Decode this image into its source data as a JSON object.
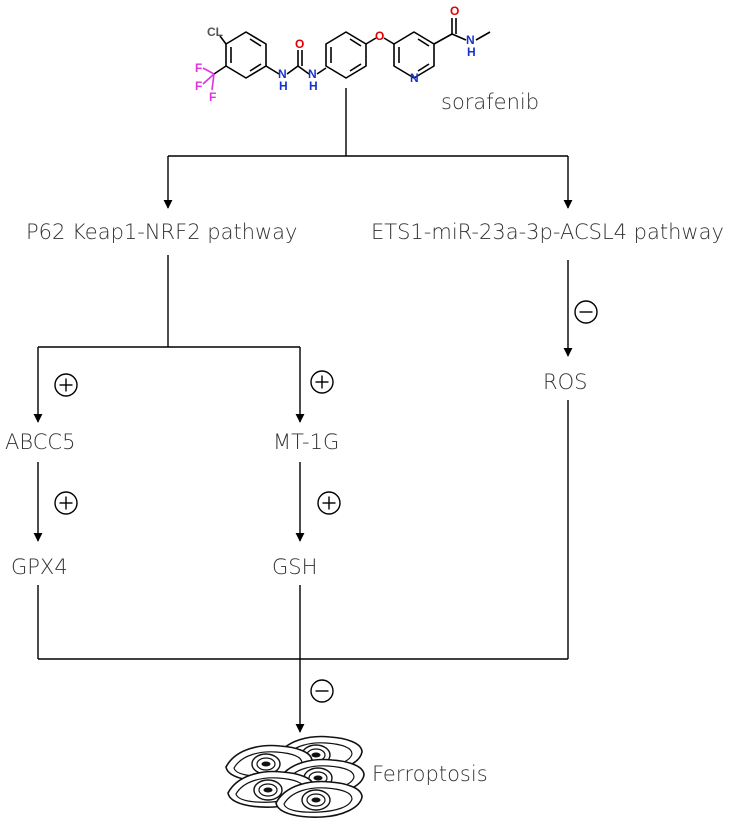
{
  "molecule": {
    "name": "sorafenib",
    "atoms": {
      "chlorine": "CL",
      "fluorine": "F",
      "amine_h": "H",
      "amide_n": "N",
      "oxygen": "O",
      "pyridine_n": "N"
    },
    "colors": {
      "bond": "#000000",
      "oxygen": "#e00000",
      "nitrogen": "#1a33cc",
      "fluorine": "#e033e0",
      "chlorine": "#555555"
    }
  },
  "nodes": {
    "p62": "P62 Keap1-NRF2 pathway",
    "ets1": "ETS1-miR-23a-3p-ACSL4 pathway",
    "abcc5": "ABCC5",
    "mt1g": "MT-1G",
    "ros": "ROS",
    "gpx4": "GPX4",
    "gsh": "GSH",
    "ferroptosis": "Ferroptosis"
  },
  "signs": {
    "positive": "+",
    "negative": "−"
  },
  "edges": [
    {
      "from": "sorafenib",
      "to": "p62",
      "sign": ""
    },
    {
      "from": "sorafenib",
      "to": "ets1",
      "sign": ""
    },
    {
      "from": "p62",
      "to": "abcc5",
      "sign": "positive"
    },
    {
      "from": "p62",
      "to": "mt1g",
      "sign": "positive"
    },
    {
      "from": "ets1",
      "to": "ros",
      "sign": "negative"
    },
    {
      "from": "abcc5",
      "to": "gpx4",
      "sign": "positive"
    },
    {
      "from": "mt1g",
      "to": "gsh",
      "sign": "positive"
    },
    {
      "from": "gpx4",
      "to": "ferroptosis",
      "sign": "negative"
    },
    {
      "from": "gsh",
      "to": "ferroptosis",
      "sign": "negative"
    },
    {
      "from": "ros",
      "to": "ferroptosis",
      "sign": "negative"
    }
  ],
  "colors": {
    "line": "#000000",
    "text": "#333333"
  }
}
